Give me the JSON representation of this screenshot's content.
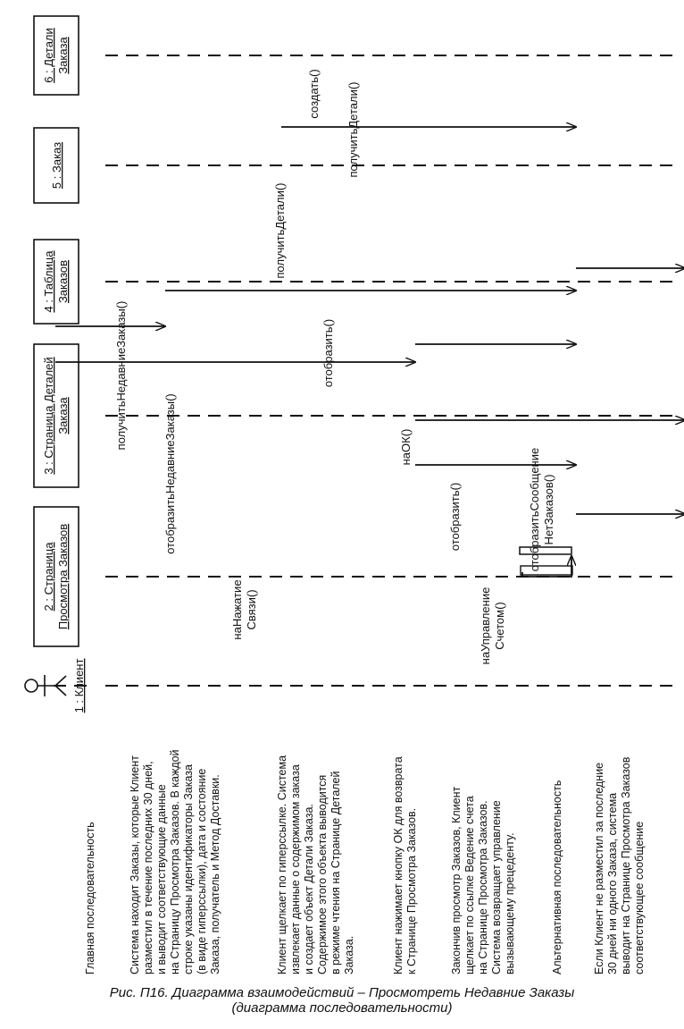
{
  "objects": [
    {
      "label": "1 : Клиент",
      "kind": "actor"
    },
    {
      "label_lines": [
        "2 : Страница",
        "Просмотра Заказов"
      ],
      "kind": "box"
    },
    {
      "label_lines": [
        "3 : Страница Деталей",
        "Заказа"
      ],
      "kind": "box"
    },
    {
      "label_lines": [
        "4 : Таблица",
        "Заказов"
      ],
      "kind": "box"
    },
    {
      "label_lines": [
        "5 : Заказ"
      ],
      "kind": "box"
    },
    {
      "label_lines": [
        "6 : Детали",
        "Заказа"
      ],
      "kind": "box"
    }
  ],
  "messages": [
    {
      "label_lines": [
        "получитьНедавниеЗаказы()"
      ],
      "from": 2,
      "to": 4
    },
    {
      "label_lines": [
        "отобразитьНедавниеЗаказы()"
      ],
      "from": 2,
      "to": 2,
      "self": true
    },
    {
      "label_lines": [
        "получитьДетали()"
      ],
      "from": 2,
      "to": 5
    },
    {
      "label_lines": [
        "создать()"
      ],
      "from": 5,
      "to": 6
    },
    {
      "label_lines": [
        "получитьДетали()"
      ],
      "from": 3,
      "to": 6
    },
    {
      "label_lines": [
        "наНажатие",
        "Связи()"
      ],
      "from": 1,
      "to": 2
    },
    {
      "label_lines": [
        "отобразить()"
      ],
      "from": 2,
      "to": 3
    },
    {
      "label_lines": [
        "наОК()"
      ],
      "from": 1,
      "to": 3
    },
    {
      "label_lines": [
        "отобразить()"
      ],
      "from": 3,
      "to": 2
    },
    {
      "label_lines": [
        "наУправление",
        "Счетом()"
      ],
      "from": 1,
      "to": 2
    },
    {
      "label_lines": [
        "отобразитьСообщение",
        "НетЗаказов()"
      ],
      "from": 2,
      "to": 2,
      "self": true
    }
  ],
  "notes": [
    {
      "lines": [
        "Главная последовательность"
      ]
    },
    {
      "lines": [
        "Система находит Заказы, которые Клиент",
        "разместил в течение последних 30 дней,",
        "и выводит соответствующие данные",
        "на Страницу Просмотра Заказов. В каждой",
        "строке указаны идентификаторы Заказа",
        "(в виде гиперссылки), дата и состояние",
        "Заказа, получатель и Метод Доставки."
      ]
    },
    {
      "lines": [
        "Клиент щелкает по гиперссылке. Система",
        "извлекает данные о содержимом заказа",
        "и создает объект Детали Заказа.",
        "Содержимое этого объекта выводится",
        "в режиме чтения на Странице Деталей",
        "Заказа."
      ]
    },
    {
      "lines": [
        "Клиент нажимает кнопку ОК для возврата",
        "к Странице Просмотра Заказов."
      ]
    },
    {
      "lines": [
        "Закончив просмотр Заказов, Клиент",
        "щелкает по ссылке Ведение счета",
        "на Странице Просмотра Заказов.",
        "Система возвращает управление",
        "вызывающему прецеденту."
      ]
    },
    {
      "lines": [
        "Альтернативная последовательность"
      ]
    },
    {
      "lines": [
        "Если Клиент не разместил за последние",
        "30 дней ни одного Заказа, система",
        "выводит на Странице Просмотра Заказов",
        "соответствующее сообщение"
      ]
    }
  ],
  "caption": [
    "Рис. П16. Диаграмма взаимодействий – Просмотреть Недавние Заказы",
    "(диаграмма последовательности)"
  ]
}
